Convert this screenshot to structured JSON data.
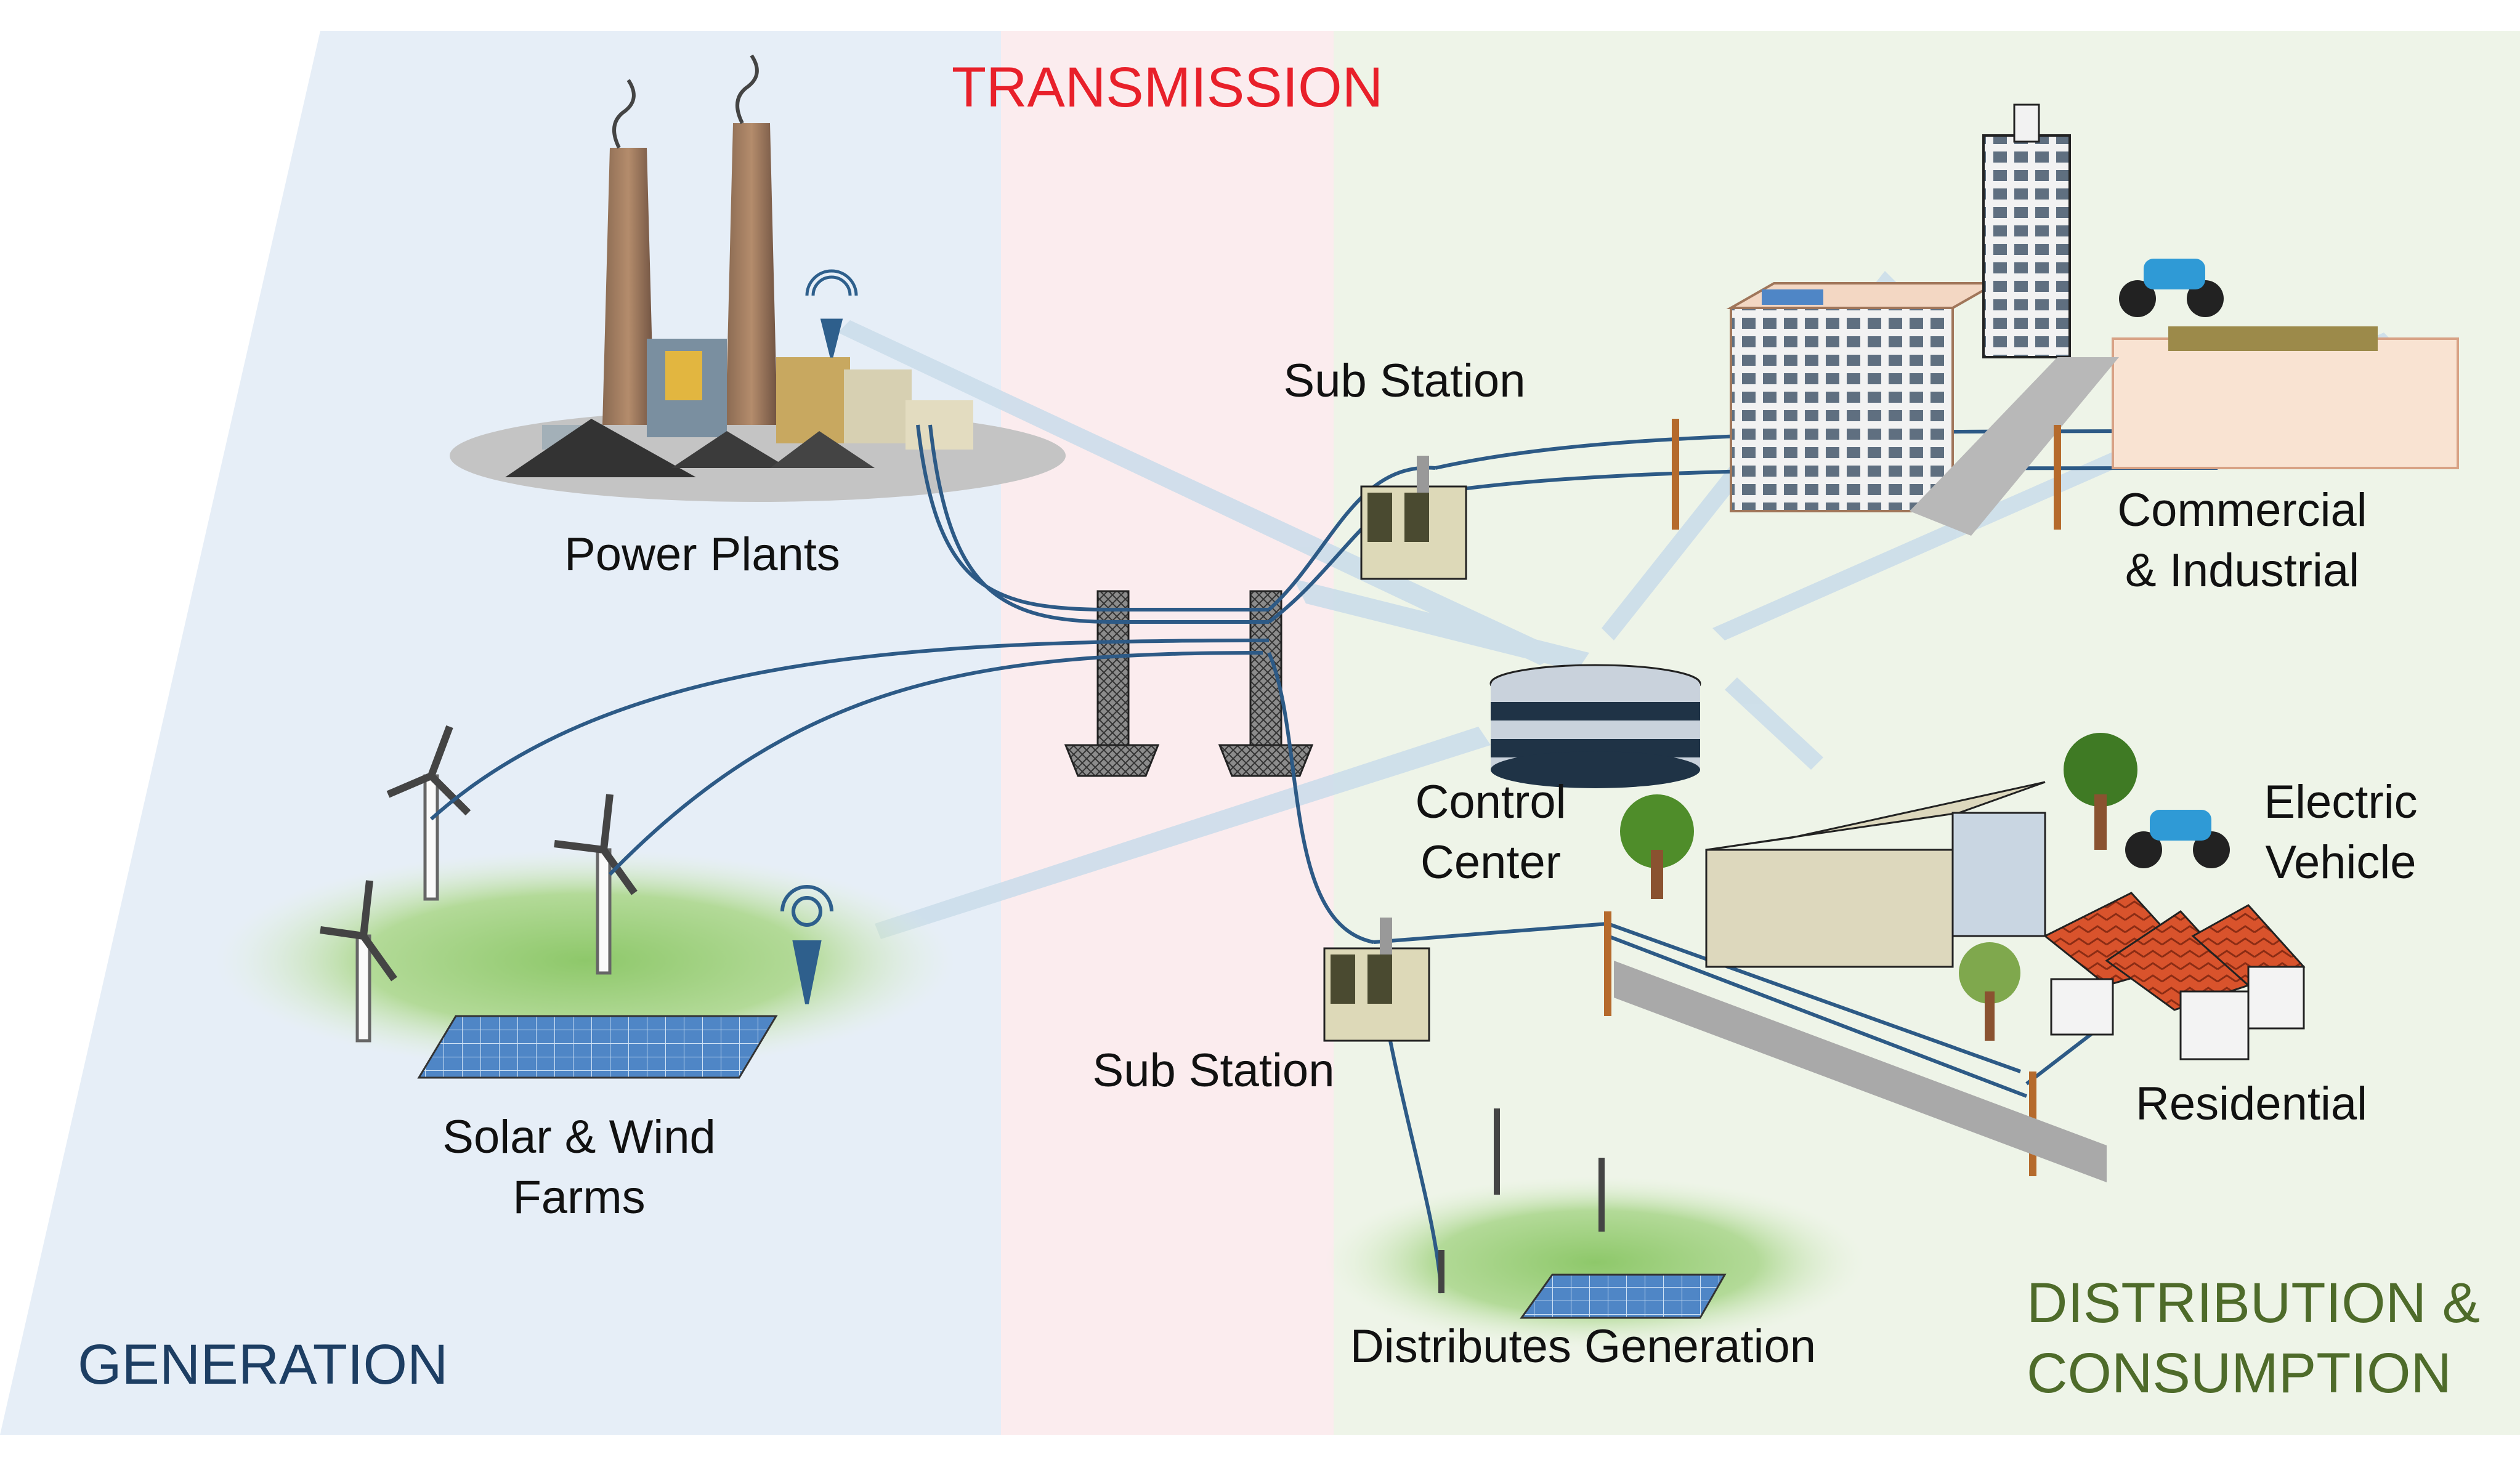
{
  "zones": {
    "generation": "GENERATION",
    "transmission": "TRANSMISSION",
    "distribution_line1": "DISTRIBUTION &",
    "distribution_line2": "CONSUMPTION"
  },
  "labels": {
    "power_plants": "Power Plants",
    "solar_wind_line1": "Solar & Wind",
    "solar_wind_line2": "Farms",
    "sub_station_top": "Sub Station",
    "sub_station_bottom": "Sub Station",
    "control_line1": "Control",
    "control_line2": "Center",
    "commercial_line1": "Commercial",
    "commercial_line2": "& Industrial",
    "ev_line1": "Electric",
    "ev_line2": "Vehicle",
    "residential": "Residential",
    "distributed": "Distributes Generation"
  },
  "colors": {
    "generation_bg": "#e6eef7",
    "transmission_bg": "#fbecee",
    "distribution_bg": "#eef4e8",
    "transmission_title": "#e8202a",
    "generation_title": "#1d3e63",
    "distribution_title": "#4e6b2a",
    "power_line": "#2d5a86",
    "signal": "#b9d3e6"
  }
}
